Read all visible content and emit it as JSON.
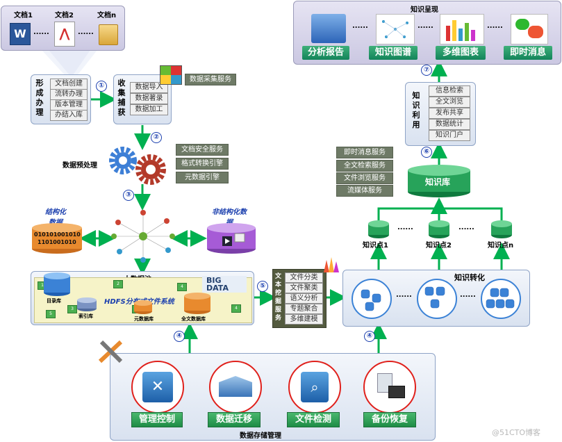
{
  "docs": {
    "doc1": "文档1",
    "doc2": "文档2",
    "docn": "文档n"
  },
  "formation": {
    "title": "形成办理",
    "items": [
      "文档创建",
      "流转办理",
      "版本管理",
      "办结入库"
    ]
  },
  "collect": {
    "title": "收集捕获",
    "items": [
      "数据导入",
      "数据著录",
      "数据加工"
    ],
    "service": "数据采集服务"
  },
  "preprocess": {
    "title": "数据预处理",
    "services": [
      "文档安全服务",
      "格式转换引擎",
      "元数据引擎"
    ]
  },
  "structured": "结构化数据",
  "binary1": "010101001010",
  "binary2": "1101001010",
  "unstructured": "非结构化数据",
  "pool": {
    "title": "大数据池",
    "hdfs": "HDFS分布式文件系统",
    "catalog": "目录库",
    "index": "索引库",
    "meta": "元数据库",
    "fulltext": "全文数据库",
    "big": "BIG",
    "data": "DATA"
  },
  "mining": {
    "title": "文本挖掘服务",
    "items": [
      "文件分类",
      "文件聚类",
      "语义分析",
      "专题聚合",
      "多维建模"
    ]
  },
  "transform": {
    "title": "知识转化"
  },
  "points": [
    "知识点1",
    "知识点2",
    "知识点n"
  ],
  "kb": "知识库",
  "kb_services": [
    "即时消息服务",
    "全文检索服务",
    "文件浏览服务",
    "流媒体服务"
  ],
  "use": {
    "title": "知识利用",
    "items": [
      "信息检索",
      "全文浏览",
      "发布共享",
      "数据统计",
      "知识门户"
    ]
  },
  "present": {
    "title": "知识呈现",
    "items": [
      "分析报告",
      "知识图谱",
      "多维图表",
      "即时消息"
    ]
  },
  "storage": {
    "title": "数据存储管理",
    "items": [
      "管理控制",
      "数据迁移",
      "文件检测",
      "备份恢复"
    ]
  },
  "steps": [
    "①",
    "②",
    "③",
    "④",
    "⑤",
    "⑥",
    "⑦"
  ],
  "dots": "......",
  "watermark": "@51CTO博客",
  "colors": {
    "green_line": "#00b050",
    "teal": "#13845a",
    "red_ring": "#e0201b",
    "step_blue": "#1b3fae"
  }
}
